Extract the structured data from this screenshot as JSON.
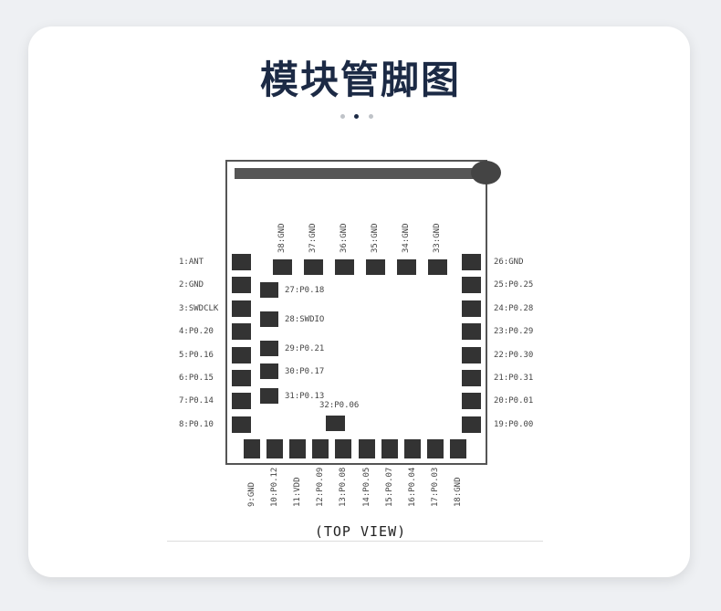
{
  "title": "模块管脚图",
  "view_label": "(TOP VIEW)",
  "left_pins": [
    "1:ANT",
    "2:GND",
    "3:SWDCLK",
    "4:P0.20",
    "5:P0.16",
    "6:P0.15",
    "7:P0.14",
    "8:P0.10"
  ],
  "right_pins": [
    "26:GND",
    "25:P0.25",
    "24:P0.28",
    "23:P0.29",
    "22:P0.30",
    "21:P0.31",
    "20:P0.01",
    "19:P0.00"
  ],
  "bottom_pins": [
    "9:GND",
    "10:P0.12",
    "11:VDD",
    "12:P0.09",
    "13:P0.08",
    "14:P0.05",
    "15:P0.07",
    "16:P0.04",
    "17:P0.03",
    "18:GND"
  ],
  "top_pins": [
    "38:GND",
    "37:GND",
    "36:GND",
    "35:GND",
    "34:GND",
    "33:GND"
  ],
  "inner_pins": [
    "27:P0.18",
    "28:SWDIO",
    "29:P0.21",
    "30:P0.17",
    "31:P0.13"
  ],
  "center_pin": "32:P0.06",
  "colors": {
    "pad": "#333333",
    "outline": "#555555",
    "title": "#1c2a45"
  }
}
